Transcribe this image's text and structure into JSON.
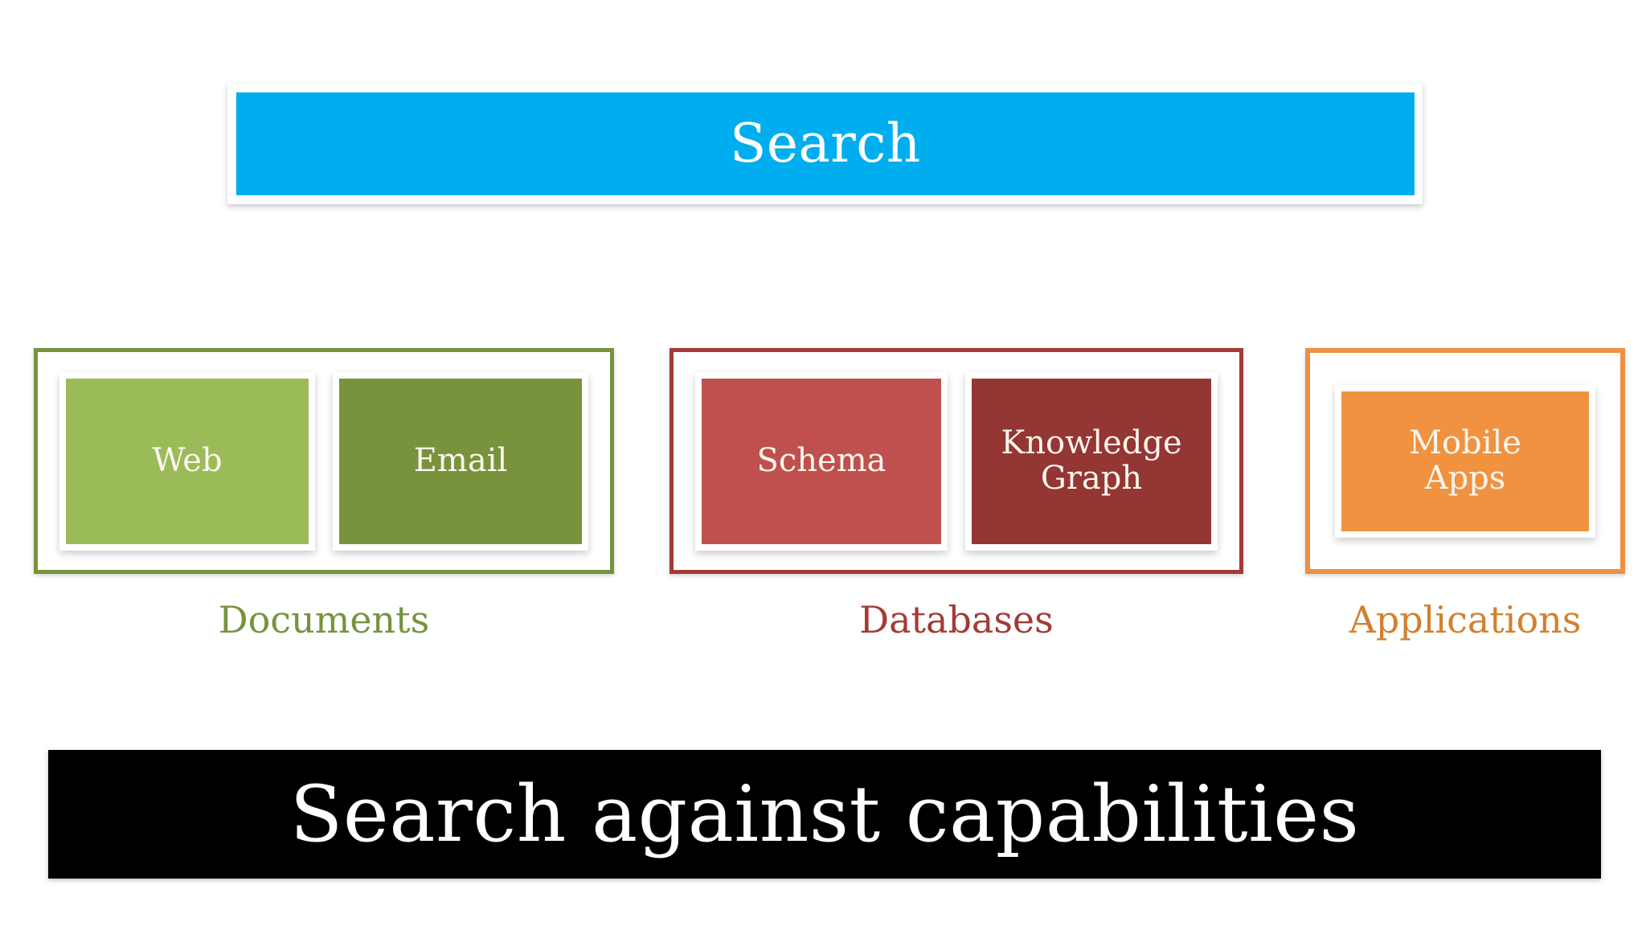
{
  "slide": {
    "background_color": "#FFFFFF",
    "banner": {
      "label": "Search",
      "fill_color": "#00AEEF",
      "text_color": "#FFFFFF"
    },
    "groups": [
      {
        "id": "documents",
        "caption": "Documents",
        "accent_color": "#77933C",
        "cards": [
          {
            "label": "Web",
            "fill_color": "#9BBB59",
            "text_color": "#FDF6ED"
          },
          {
            "label": "Email",
            "fill_color": "#78933C",
            "text_color": "#FDF6ED"
          }
        ]
      },
      {
        "id": "databases",
        "caption": "Databases",
        "accent_color": "#A33A35",
        "cards": [
          {
            "label": "Schema",
            "fill_color": "#C0504D",
            "text_color": "#FDF6ED"
          },
          {
            "label": "Knowledge\nGraph",
            "fill_color": "#943634",
            "text_color": "#FDF6ED"
          }
        ]
      },
      {
        "id": "applications",
        "caption": "Applications",
        "accent_color": "#ED9043",
        "caption_color": "#D2802F",
        "cards": [
          {
            "label": "Mobile\nApps",
            "fill_color": "#F0923F",
            "text_color": "#FDF6ED"
          }
        ]
      }
    ],
    "caption_bar": {
      "label": "Search against capabilities",
      "fill_color": "#000000",
      "text_color": "#FFFFFF"
    }
  }
}
